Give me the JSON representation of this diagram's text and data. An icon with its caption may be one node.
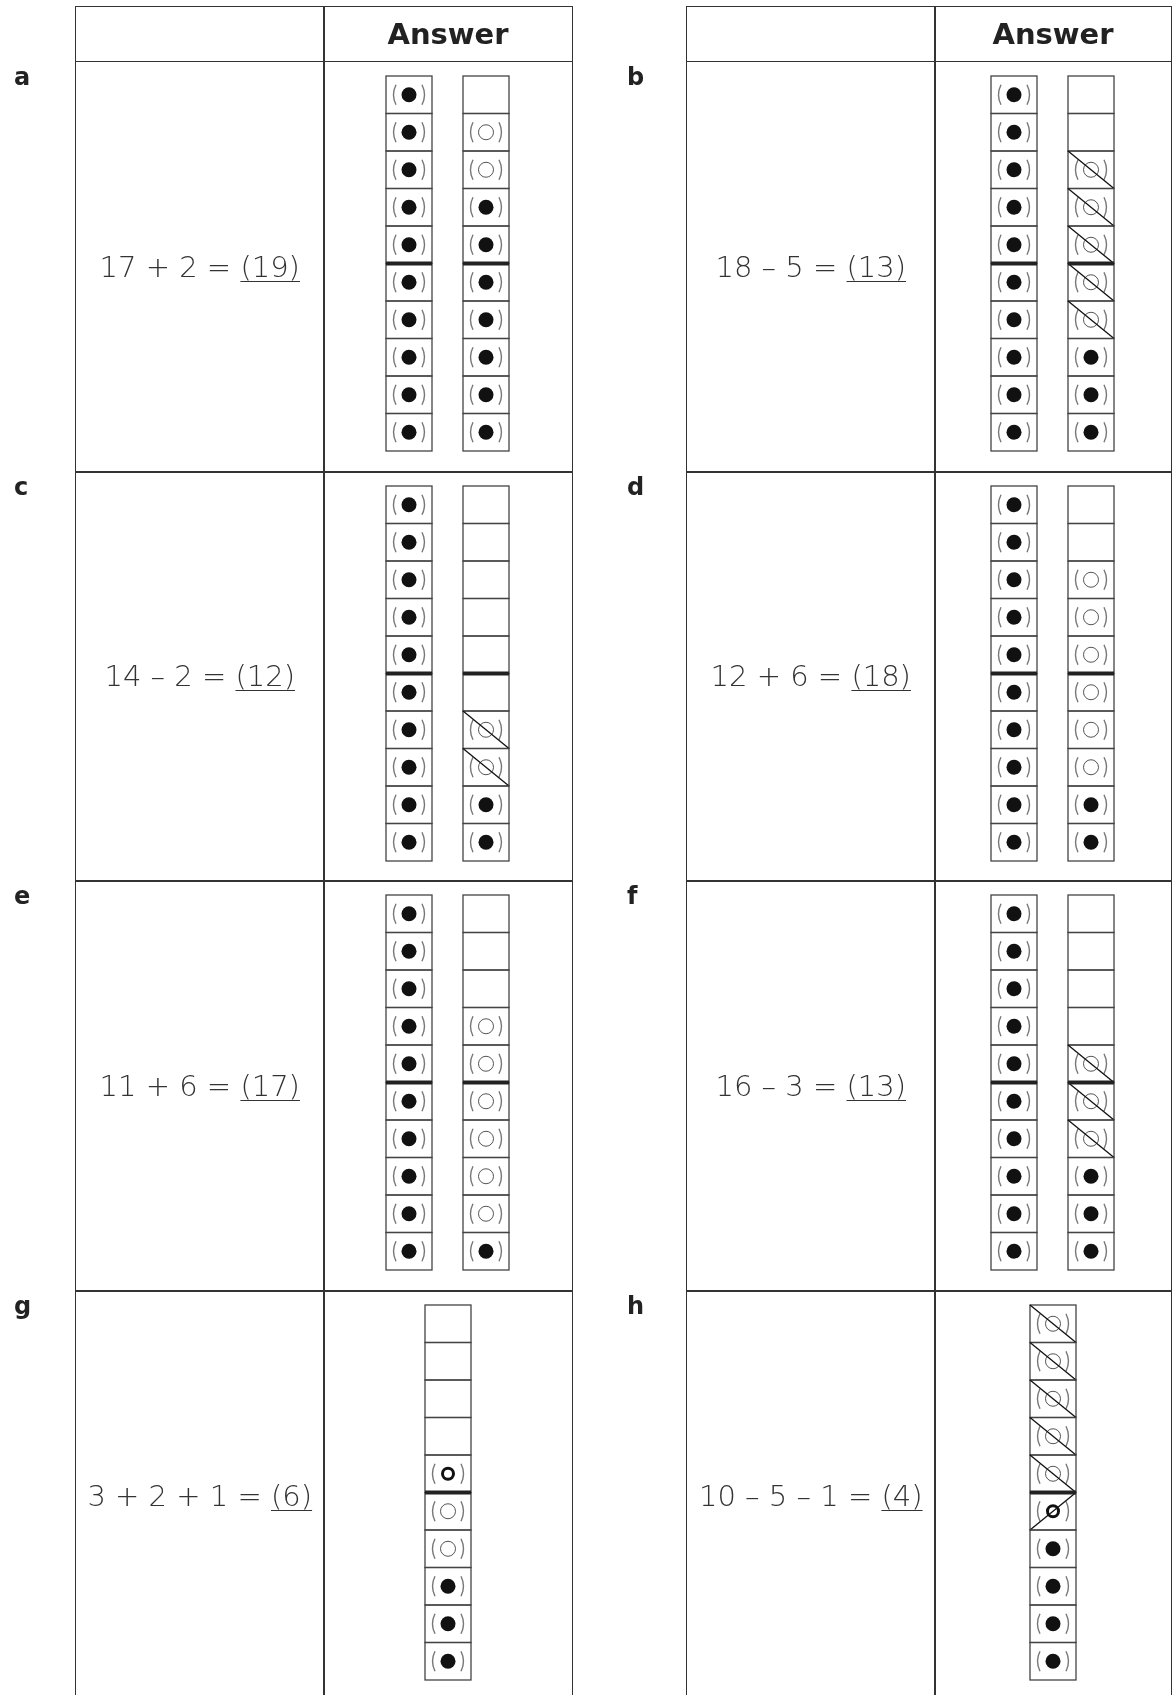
{
  "diagram": {
    "labels": [
      "Answer",
      "Answer",
      "a",
      "17 + 2 =",
      "(19)",
      "b",
      "18 – 5 =",
      "(13)",
      "c",
      "14 – 2 =",
      "(12)",
      "d",
      "12 + 6 =",
      "(18)",
      "e",
      "11 + 6 =",
      "(17)",
      "f",
      "16 – 3 =",
      "(13)",
      "g",
      "3 + 2 + 1 =",
      "(6)",
      "h",
      "10 – 5 – 1 =",
      "(4)"
    ]
  }
}
